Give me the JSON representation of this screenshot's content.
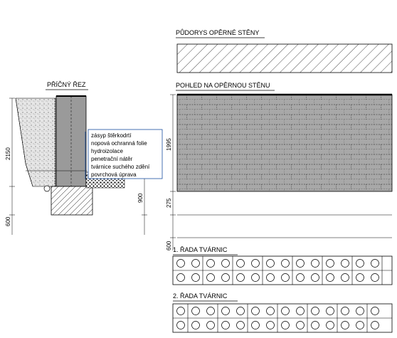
{
  "titles": {
    "plan": "PŮDORYS OPĚRNÉ STĚNY",
    "cross_section": "PŘÍČNÝ ŘEZ",
    "elevation": "POHLED NA OPĚRNOU STĚNU",
    "row1": "1. ŘADA TVÁRNIC",
    "row2": "2. ŘADA TVÁRNIC"
  },
  "legend": [
    "zásyp štěrkodrtí",
    "nopová ochranná folie",
    "hydroizolace",
    "penetrační nátěr",
    "tvárnice suchého zdění",
    "povrchová úprava"
  ],
  "dimensions": {
    "wall_height": "2150",
    "footing_depth": "600",
    "grade_depth": "900",
    "elev_wall": "1995",
    "elev_base": "275",
    "elev_footing": "600"
  },
  "colors": {
    "accent": "#1a4fa0",
    "wall_fill": "#9a9a9a",
    "elevation_fill": "#a8a8a8"
  }
}
